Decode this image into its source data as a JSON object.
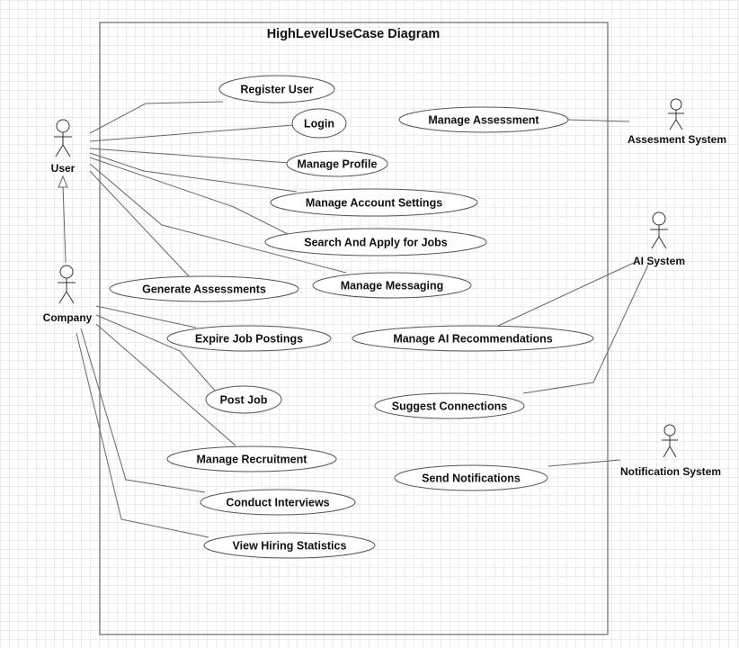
{
  "diagram": {
    "title": "HighLevelUseCase Diagram",
    "actors": [
      {
        "id": "user",
        "label": "User"
      },
      {
        "id": "company",
        "label": "Company"
      },
      {
        "id": "assessment",
        "label": "Assesment System"
      },
      {
        "id": "ai",
        "label": "AI System"
      },
      {
        "id": "notification",
        "label": "Notification System"
      }
    ],
    "use_cases": [
      {
        "id": "register",
        "label": "Register User"
      },
      {
        "id": "login",
        "label": "Login"
      },
      {
        "id": "profile",
        "label": "Manage Profile"
      },
      {
        "id": "account",
        "label": "Manage Account Settings"
      },
      {
        "id": "jobs",
        "label": "Search And Apply for Jobs"
      },
      {
        "id": "messaging",
        "label": "Manage Messaging"
      },
      {
        "id": "genassess",
        "label": "Generate Assessments"
      },
      {
        "id": "expire",
        "label": "Expire Job Postings"
      },
      {
        "id": "postjob",
        "label": "Post Job"
      },
      {
        "id": "recruit",
        "label": "Manage Recruitment"
      },
      {
        "id": "interview",
        "label": "Conduct Interviews"
      },
      {
        "id": "stats",
        "label": "View Hiring Statistics"
      },
      {
        "id": "manassess",
        "label": "Manage Assessment"
      },
      {
        "id": "airec",
        "label": "Manage AI Recommendations"
      },
      {
        "id": "suggest",
        "label": "Suggest Connections"
      },
      {
        "id": "notify",
        "label": "Send Notifications"
      }
    ],
    "associations": [
      [
        "user",
        "register"
      ],
      [
        "user",
        "login"
      ],
      [
        "user",
        "profile"
      ],
      [
        "user",
        "account"
      ],
      [
        "user",
        "jobs"
      ],
      [
        "user",
        "messaging"
      ],
      [
        "user",
        "genassess"
      ],
      [
        "company",
        "expire"
      ],
      [
        "company",
        "postjob"
      ],
      [
        "company",
        "recruit"
      ],
      [
        "company",
        "interview"
      ],
      [
        "company",
        "stats"
      ],
      [
        "assessment",
        "manassess"
      ],
      [
        "ai",
        "airec"
      ],
      [
        "ai",
        "suggest"
      ],
      [
        "notification",
        "notify"
      ]
    ],
    "generalizations": [
      {
        "child": "company",
        "parent": "user"
      }
    ]
  }
}
